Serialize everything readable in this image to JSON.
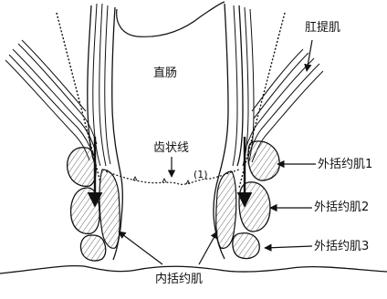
{
  "labels": {
    "rectum": "直肠",
    "levator_ani": "肛提肌",
    "dentate_line": "齿状线",
    "marker": "(1)",
    "external_sphincter_1": "外括约肌1",
    "external_sphincter_2": "外括约肌2",
    "external_sphincter_3": "外括约肌3",
    "internal_sphincter": "内括约肌"
  },
  "colors": {
    "ink": "#111111",
    "muscle_fill": "#e6e6e6",
    "background": "#ffffff"
  }
}
